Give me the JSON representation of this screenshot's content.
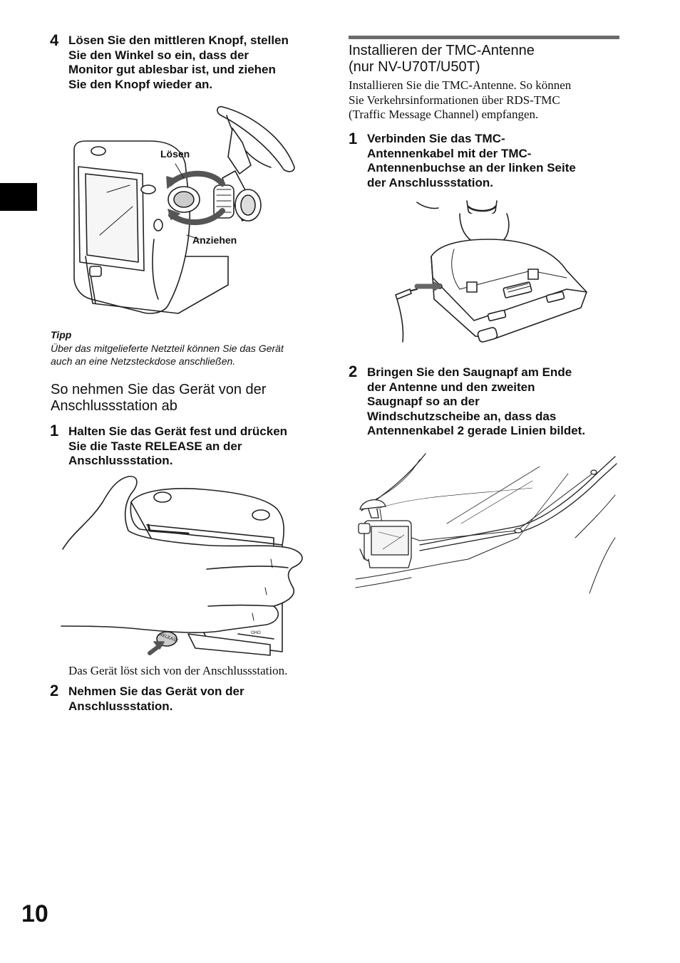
{
  "left": {
    "step4": {
      "num": "4",
      "lines": [
        "Lösen Sie den mittleren Knopf, stellen",
        "Sie den Winkel so ein, dass der",
        "Monitor gut ablesbar ist, und ziehen",
        "Sie den Knopf wieder an."
      ]
    },
    "figure1": {
      "label_loosen": "Lösen",
      "label_tighten": "Anziehen"
    },
    "tip": {
      "title": "Tipp",
      "lines": [
        "Über das mitgelieferte Netzteil können Sie das Gerät",
        "auch an eine Netzsteckdose anschließen."
      ]
    },
    "section": {
      "lines": [
        "So nehmen Sie das Gerät von der",
        "Anschlussstation ab"
      ]
    },
    "step1": {
      "num": "1",
      "lines": [
        "Halten Sie das Gerät fest und drücken",
        "Sie die Taste RELEASE an der",
        "Anschlussstation."
      ]
    },
    "figure2": {
      "label_release": "RELEASE"
    },
    "caption": "Das Gerät löst sich von der Anschlussstation.",
    "step2": {
      "num": "2",
      "lines": [
        "Nehmen Sie das Gerät von der",
        "Anschlussstation."
      ]
    }
  },
  "right": {
    "section": {
      "lines": [
        "Installieren der TMC-Antenne",
        "(nur NV-U70T/U50T)"
      ]
    },
    "intro": [
      "Installieren Sie die TMC-Antenne. So können",
      "Sie Verkehrsinformationen über RDS-TMC",
      "(Traffic Message Channel) empfangen."
    ],
    "step1": {
      "num": "1",
      "lines": [
        "Verbinden Sie das TMC-",
        "Antennenkabel mit der TMC-",
        "Antennenbuchse an der linken Seite",
        "der Anschlussstation."
      ]
    },
    "step2": {
      "num": "2",
      "lines": [
        "Bringen Sie den Saugnapf am Ende",
        "der Antenne und den zweiten",
        "Saugnapf so an der",
        "Windschutzscheibe an, dass das",
        "Antennenkabel 2 gerade Linien bildet."
      ]
    }
  },
  "page_number": "10",
  "colors": {
    "tab": "#000000",
    "rule": "#6b6b6b"
  }
}
